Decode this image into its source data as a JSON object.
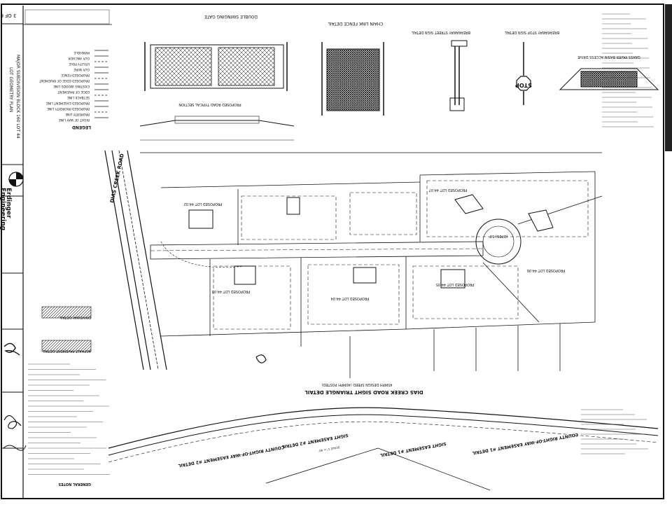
{
  "sheet": {
    "number": "3 OF 6",
    "company_line1": "Erdinger",
    "company_line2": "Engineering",
    "road_label": "DIAS CREEK ROAD",
    "stop_sign": "STOP"
  },
  "details": {
    "double_swing_gate": "DOUBLE SWINGING GATE",
    "chain_link_fence": "CHAIN LINK FENCE DETAIL",
    "breakaway_street_sign": "BREAKAWAY STREET SIGN DETAIL",
    "breakaway_stop_sign": "BREAKAWAY STOP SIGN DETAIL",
    "grass_paver": "GRASS PAVER BASIN ACCESS DRIVE",
    "road_typical": "PROPOSED ROAD TYPICAL SECTION",
    "sight_triangle_title": "DIAS CREEK ROAD SIGHT TRIANGLE DETAIL",
    "sight_triangle_sub": "45MPH DESIGN SPEED (40MPH POSTED)",
    "sight_easement_1": "SIGHT EASEMENT #1 DETAIL",
    "sight_easement_2": "SIGHT EASEMENT #2 DETAIL",
    "cro_easement_1": "COUNTY RIGHT-OF-WAY EASEMENT #1 DETAIL",
    "cro_easement_2": "COUNTY RIGHT-OF-WAY EASEMENT #2 DETAIL",
    "scale": "SCALE 1\" = 40'"
  },
  "titleblock": {
    "plan_title": "LOT GEOMETRY PLAN",
    "plan_sub": "MAJOR SUBDIVISION BLOCK 160 LOT 44",
    "legend": "LEGEND",
    "general_notes": "GENERAL NOTES",
    "driveway": "DRIVEWAY DETAIL",
    "asphalt": "ASPHALT PAVEMENT DETAIL"
  },
  "lots": {
    "proposed_44_02": "PROPOSED LOT 44.02",
    "proposed_44_03": "PROPOSED LOT 44.03",
    "proposed_44_04": "PROPOSED LOT 44.04",
    "proposed_44_05": "PROPOSED LOT 44.05",
    "proposed_44_06": "PROPOSED LOT 44.06",
    "proposed_44_07": "PROPOSED LOT 44.07",
    "cul_de_sac": "(OPEN) 50'"
  },
  "legend_items": [
    "RIGHT OF WAY LINE",
    "PROPERTY LINE",
    "PROPOSED PROPERTY LINE",
    "PROPOSED EASEMENT LINE",
    "SETBACK LINE",
    "EDGE OF PAVEMENT",
    "EXISTING WOODS LINE",
    "PROPOSED EDGE OF PAVEMENT",
    "PROPOSED FENCE",
    "GUY WIRE",
    "UTILITY POLE",
    "GUY ANCHOR",
    "MANHOLE"
  ]
}
